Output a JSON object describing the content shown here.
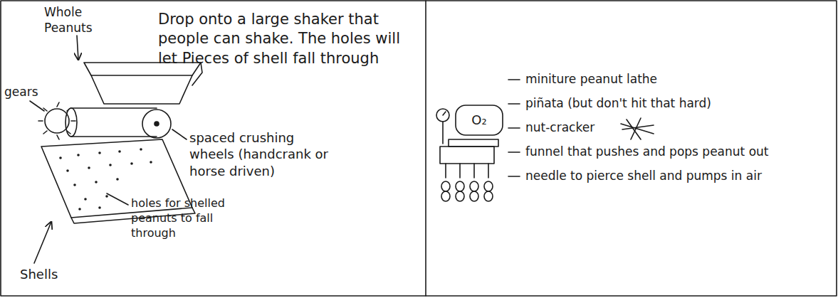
{
  "diagram": {
    "labels": [
      "Whole Peanuts",
      "Drop onto a large shaker that people can shake. The holes will let Pieces of shell fall through",
      "gears",
      "spaced crushing wheels (handcrank or horse driven)",
      "holes for shelled peanuts to fall through",
      "Shells",
      "O₂",
      "miniture peanut lathe",
      "piñata (but don't hit that hard)",
      "nut-cracker",
      "funnel that pushes and pops peanut out",
      "needle to pierce shell and pumps in air"
    ]
  }
}
